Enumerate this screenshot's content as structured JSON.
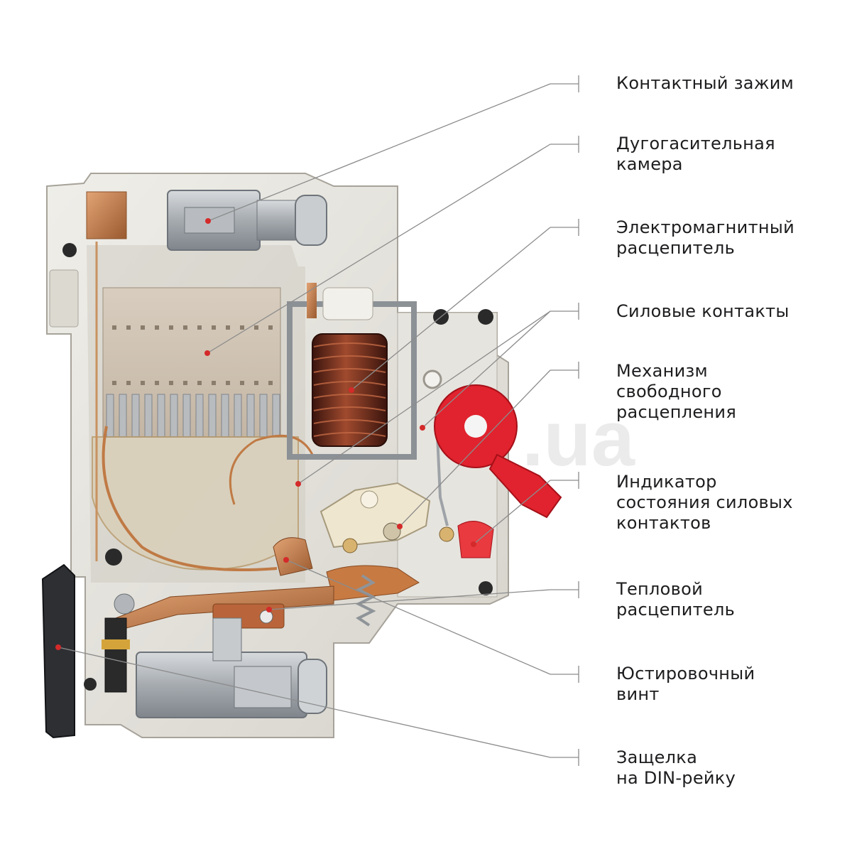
{
  "callouts": [
    {
      "id": "contact-clamp",
      "lines": [
        "Контактный зажим"
      ]
    },
    {
      "id": "arc-chute",
      "lines": [
        "Дугогасительная",
        "камера"
      ]
    },
    {
      "id": "magnetic-release",
      "lines": [
        "Электромагнитный",
        "расцепитель"
      ]
    },
    {
      "id": "power-contacts",
      "lines": [
        "Силовые контакты"
      ]
    },
    {
      "id": "trip-mechanism",
      "lines": [
        "Механизм",
        "свободного",
        "расцепления"
      ]
    },
    {
      "id": "contact-indicator",
      "lines": [
        "Индикатор",
        "состояния силовых",
        "контактов"
      ]
    },
    {
      "id": "thermal-release",
      "lines": [
        "Тепловой",
        "расцепитель"
      ]
    },
    {
      "id": "adjusting-screw",
      "lines": [
        "Юстировочный",
        "винт"
      ]
    },
    {
      "id": "din-latch",
      "lines": [
        "Защелка",
        "на DIN-рейку"
      ]
    }
  ],
  "watermark": ".ua",
  "colors": {
    "housing": "#e4e2dc",
    "housing_shadow": "#b9b6ad",
    "copper": "#b8733f",
    "coil": "#6b2a1c",
    "handle_red": "#e0232e",
    "latch_black": "#2e2f33",
    "steel": "#a9adb2",
    "leader_line": "#8c8c8c",
    "marker_dot": "#d42a2a"
  }
}
